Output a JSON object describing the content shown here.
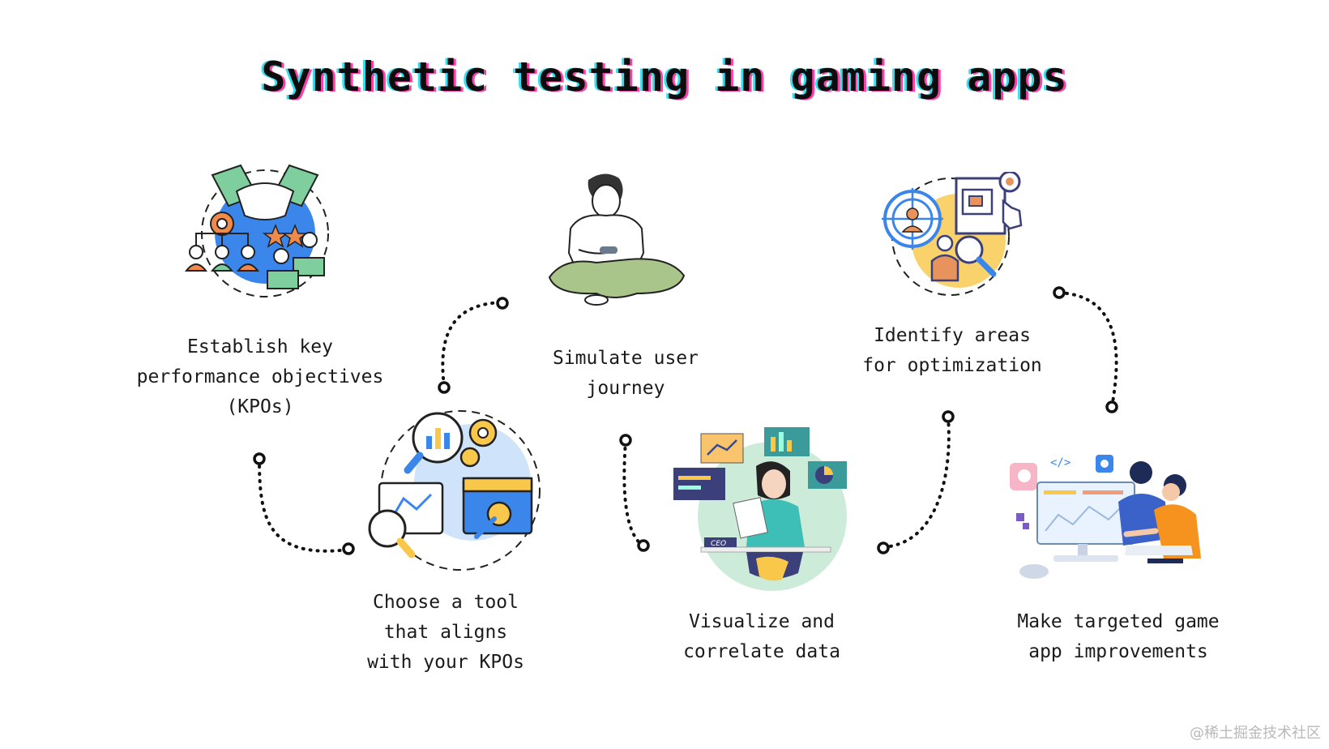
{
  "title": "Synthetic testing in gaming apps",
  "steps": [
    {
      "lines": [
        "Establish key",
        "performance objectives",
        "(KPOs)"
      ],
      "icon": "handshake-kpo-icon"
    },
    {
      "lines": [
        "Choose a tool",
        "that aligns",
        "with your KPOs"
      ],
      "icon": "tool-analytics-icon"
    },
    {
      "lines": [
        "Simulate user",
        "journey"
      ],
      "icon": "gamer-with-controller-icon"
    },
    {
      "lines": [
        "Visualize and",
        "correlate data"
      ],
      "icon": "data-visualization-icon"
    },
    {
      "lines": [
        "Identify areas",
        "for optimization"
      ],
      "icon": "target-optimization-icon"
    },
    {
      "lines": [
        "Make targeted game",
        "app improvements"
      ],
      "icon": "developers-improving-app-icon"
    }
  ],
  "watermark": "@稀土掘金技术社区",
  "colors": {
    "title_cyan": "#33e0f0",
    "title_pink": "#ff3ea5",
    "blue": "#3a86ea",
    "yellow": "#f9c84a",
    "green": "#7fcf9e"
  }
}
